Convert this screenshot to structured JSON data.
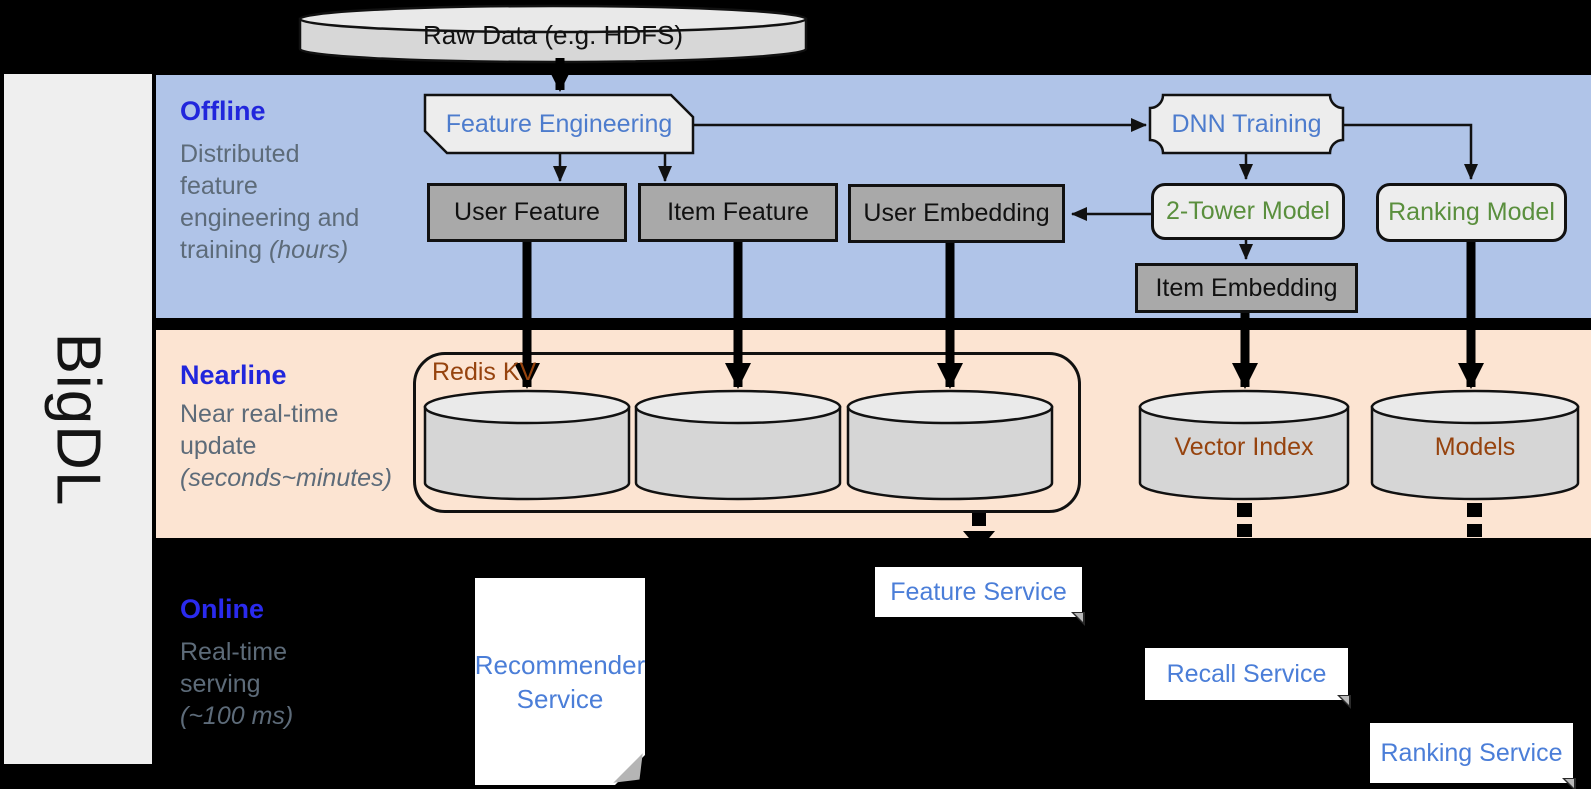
{
  "sidebar": {
    "brand": "BigDL"
  },
  "raw_data": {
    "label": "Raw Data (e.g. HDFS)"
  },
  "offline": {
    "title": "Offline",
    "desc1": "Distributed",
    "desc2": "feature",
    "desc3": "engineering and",
    "desc4": "training ",
    "desc4_em": "(hours)",
    "boxes": {
      "feature_engineering": "Feature Engineering",
      "dnn_training": "DNN Training",
      "user_feature": "User Feature",
      "item_feature": "Item Feature",
      "user_embedding": "User Embedding",
      "two_tower": "2-Tower Model",
      "ranking_model": "Ranking Model",
      "item_embedding": "Item Embedding"
    }
  },
  "nearline": {
    "title": "Nearline",
    "desc1": "Near real-time",
    "desc2": "update",
    "desc3_em": "(seconds~minutes)",
    "stores": {
      "redis_kv": "Redis KV",
      "vector_index": "Vector Index",
      "models": "Models"
    }
  },
  "online": {
    "title": "Online",
    "desc1": "Real-time",
    "desc2": "serving",
    "desc3_em": "(~100 ms)",
    "services": {
      "recommender": "Recommender Service",
      "feature": "Feature Service",
      "recall": "Recall Service",
      "ranking": "Ranking Service"
    }
  },
  "palette": {
    "background": "#000000",
    "sidebar_gray": "#efefef",
    "offline_band_blue": "#b0c4e8",
    "nearline_band_peach": "#fce4d2",
    "band_title_blue": "#2126dc",
    "desc_slate": "#5d6b79",
    "process_text_blue": "#4d7ccd",
    "model_text_green": "#5a8f3d",
    "store_text_brown": "#96430e",
    "feature_box_gray": "#a9a9a9",
    "shape_fill_gray": "#ededed",
    "cylinder_fill_gray": "#d6d6d6",
    "service_text_blue": "#4b7ed8",
    "arrow_black": "#0a0a0a"
  }
}
